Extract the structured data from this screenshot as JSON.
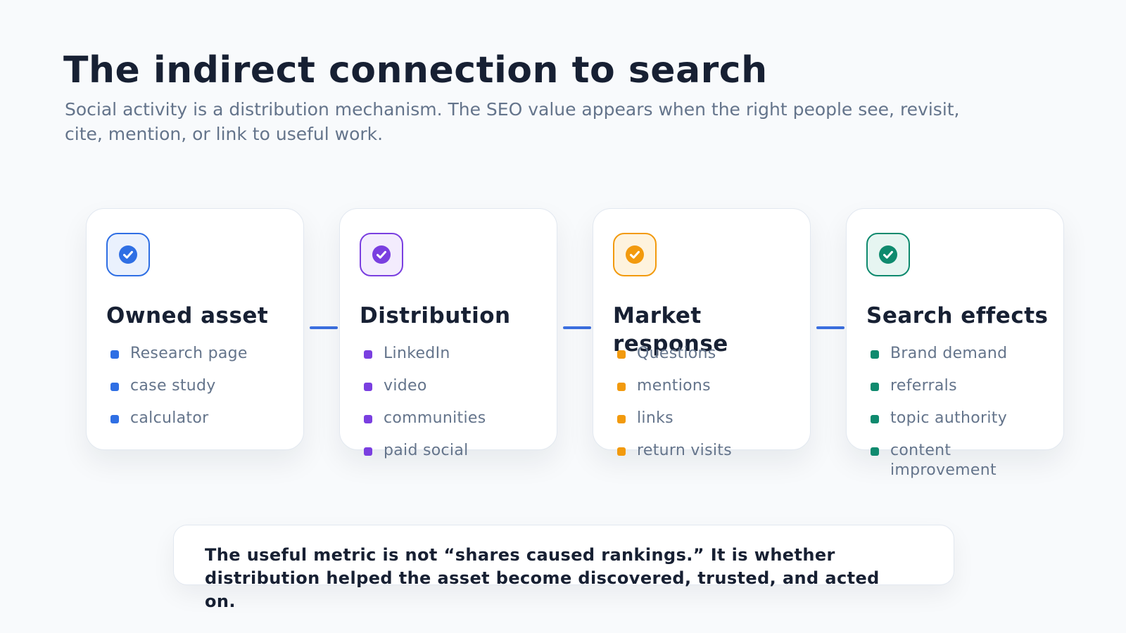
{
  "header": {
    "title": "The indirect connection to search",
    "subtitle": "Social activity is a distribution mechanism. The SEO value appears when the right people see, revisit, cite, mention, or link to useful work."
  },
  "cards": [
    {
      "title": "Owned asset",
      "icon": "check-circle-icon",
      "color": "#2f6fe4",
      "icon_bg": "#eaf1fd",
      "items": [
        "Research page",
        "case study",
        "calculator"
      ]
    },
    {
      "title": "Distribution",
      "icon": "check-circle-icon",
      "color": "#7a3fe0",
      "icon_bg": "#f3ecfd",
      "items": [
        "LinkedIn",
        "video",
        "communities",
        "paid social"
      ]
    },
    {
      "title": "Market response",
      "icon": "check-circle-icon",
      "color": "#f29a0e",
      "icon_bg": "#fef3de",
      "items": [
        "Questions",
        "mentions",
        "links",
        "return visits"
      ]
    },
    {
      "title": "Search effects",
      "icon": "check-circle-icon",
      "color": "#0f8a6e",
      "icon_bg": "#e6f5f1",
      "items": [
        "Brand demand",
        "referrals",
        "topic authority",
        "content improvement"
      ]
    }
  ],
  "connector_color": "#3b6fe0",
  "callout": {
    "text": "The useful metric is not “shares caused rankings.” It is whether distribution helped the asset become discovered, trusted, and acted on."
  }
}
